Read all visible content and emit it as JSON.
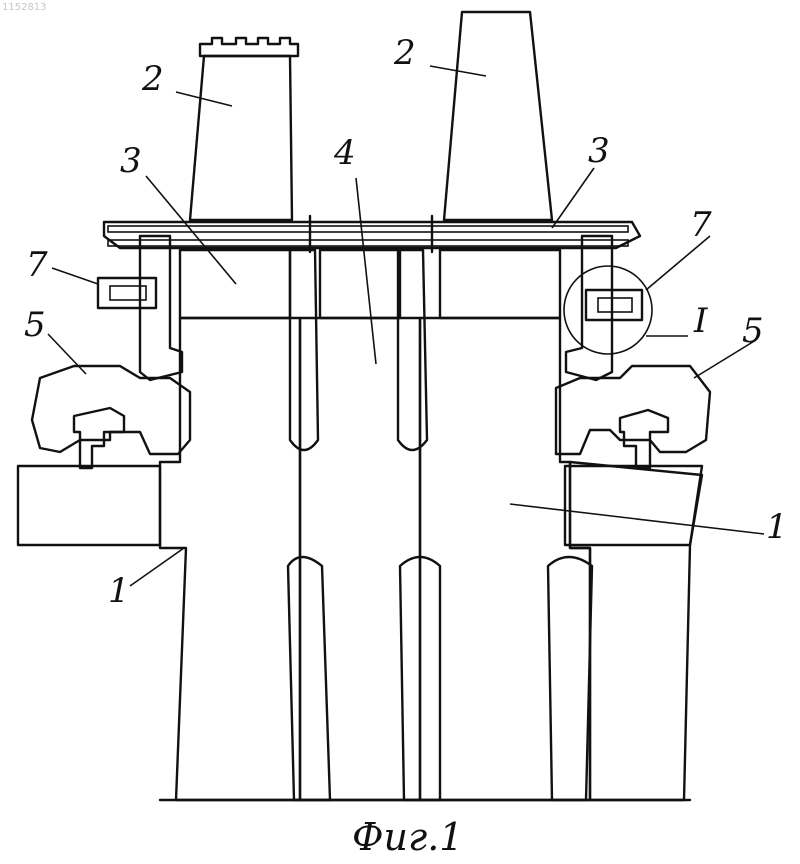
{
  "doc_number": "1152813",
  "caption": "Фиг.1",
  "labels": {
    "rotor_disk_right": "1",
    "rotor_disk_left": "1",
    "blade_left": "2",
    "blade_right": "2",
    "platform_left": "3",
    "platform_right": "3",
    "spacer": "4",
    "ring_left": "5",
    "ring_right": "5",
    "bolt_left": "7",
    "bolt_right": "7",
    "detail_marker": "I"
  }
}
